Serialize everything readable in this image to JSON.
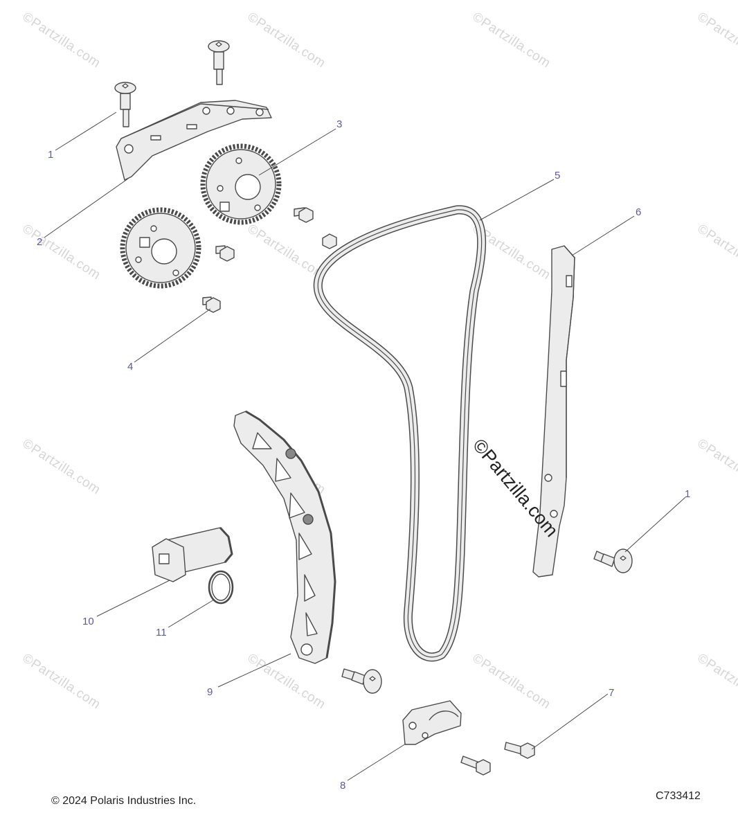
{
  "watermark": "©Partzilla.com",
  "center_watermark": "©Partzilla.com",
  "callouts": {
    "c1a": "1",
    "c1b": "1",
    "c2": "2",
    "c3": "3",
    "c4": "4",
    "c5": "5",
    "c6": "6",
    "c7": "7",
    "c8": "8",
    "c9": "9",
    "c10": "10",
    "c11": "11"
  },
  "footer": {
    "copyright": "© 2024 Polaris Industries Inc.",
    "drawing_id": "C733412"
  },
  "colors": {
    "callout_text": "#5a5a9e",
    "line": "#4a4a4a",
    "part_fill": "#ececec",
    "watermark": "#d6d6d6"
  }
}
